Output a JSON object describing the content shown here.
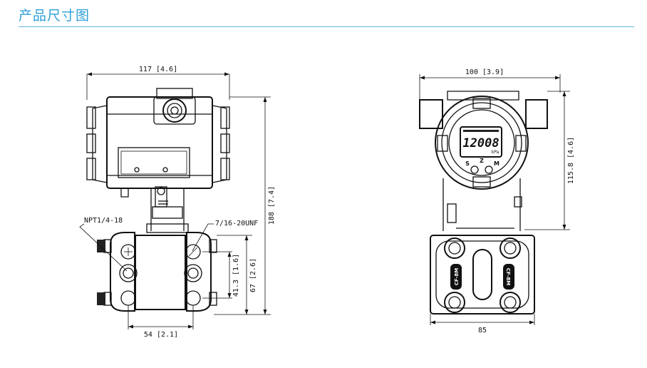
{
  "page": {
    "title": "产品尺寸图"
  },
  "drawing": {
    "front_view": {
      "width_label": "117 [4.6]",
      "height_label": "188 [7.4]",
      "flange_height_label": "67 [2.6]",
      "bolt_spacing_label": "41.3 [1.6]",
      "flange_width_label": "54 [2.1]",
      "process_port_label": "NPT1/4-18",
      "bolt_thread_label": "7/16-20UNF"
    },
    "side_view": {
      "width_label": "100 [3.9]",
      "height_label": "115.8 [4.6]",
      "flange_width_label": "85",
      "display_reading": "12008",
      "display_unit": "kPa",
      "button_labels": [
        "S",
        "Z",
        "M"
      ],
      "flange_marks": [
        "CF-8M",
        "CF-8M"
      ]
    }
  }
}
